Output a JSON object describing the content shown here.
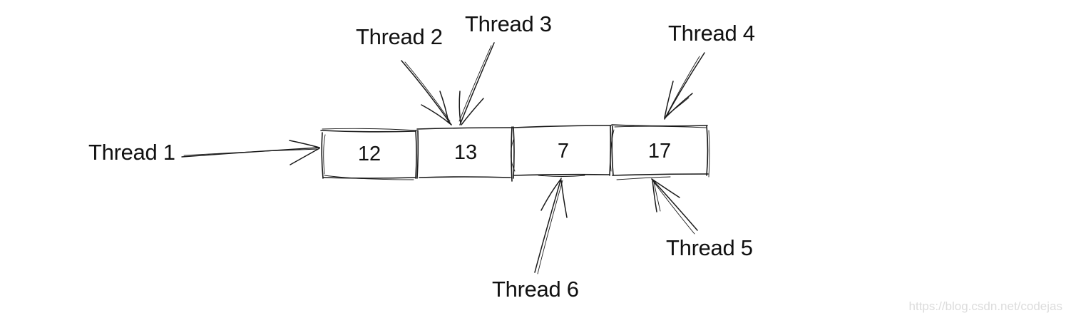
{
  "diagram": {
    "type": "array-with-thread-pointers",
    "cells": [
      {
        "value": "12"
      },
      {
        "value": "13"
      },
      {
        "value": "7"
      },
      {
        "value": "17"
      }
    ],
    "threads": [
      {
        "label": "Thread 1",
        "points_to_cell": 0,
        "side": "left"
      },
      {
        "label": "Thread 2",
        "points_to_cell": 1,
        "side": "top"
      },
      {
        "label": "Thread 3",
        "points_to_cell": 1,
        "side": "top"
      },
      {
        "label": "Thread 4",
        "points_to_cell": 3,
        "side": "top"
      },
      {
        "label": "Thread 5",
        "points_to_cell": 3,
        "side": "bottom"
      },
      {
        "label": "Thread 6",
        "points_to_cell": 2,
        "side": "bottom"
      }
    ]
  },
  "watermark": "https://blog.csdn.net/codejas",
  "colors": {
    "ink": "#1a1a1a",
    "background": "#ffffff",
    "watermark": "#dcdcdc"
  }
}
